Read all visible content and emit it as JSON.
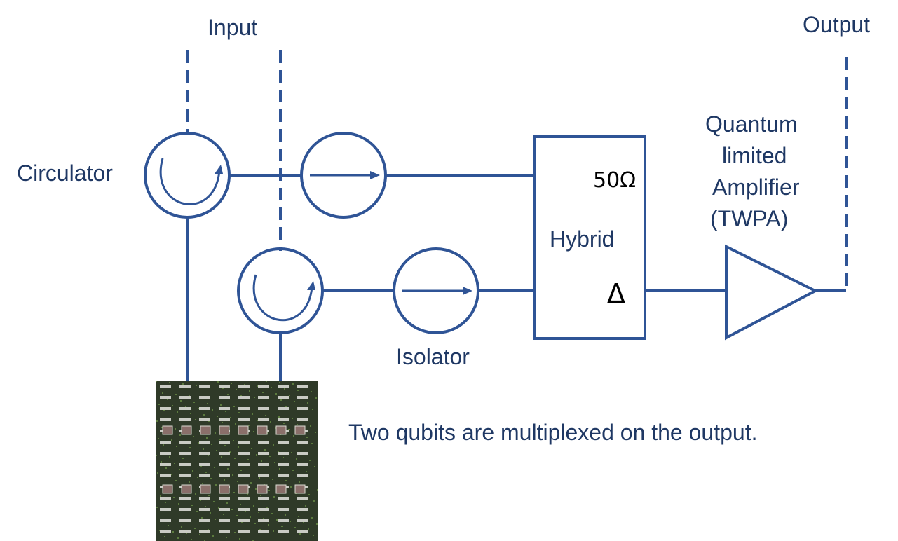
{
  "labels": {
    "input": "Input",
    "output": "Output",
    "circulator": "Circulator",
    "isolator": "Isolator",
    "hybrid": "Hybrid",
    "hybrid_port_50": "50Ω",
    "hybrid_port_delta": "Δ",
    "amplifier_line1": "Quantum",
    "amplifier_line2": "limited",
    "amplifier_line3": "Amplifier",
    "amplifier_line4": "(TWPA)",
    "caption": "Two qubits are multiplexed on the output."
  },
  "colors": {
    "line": "#2f5496",
    "text": "#1f3864",
    "chip": "#2f3a28"
  }
}
